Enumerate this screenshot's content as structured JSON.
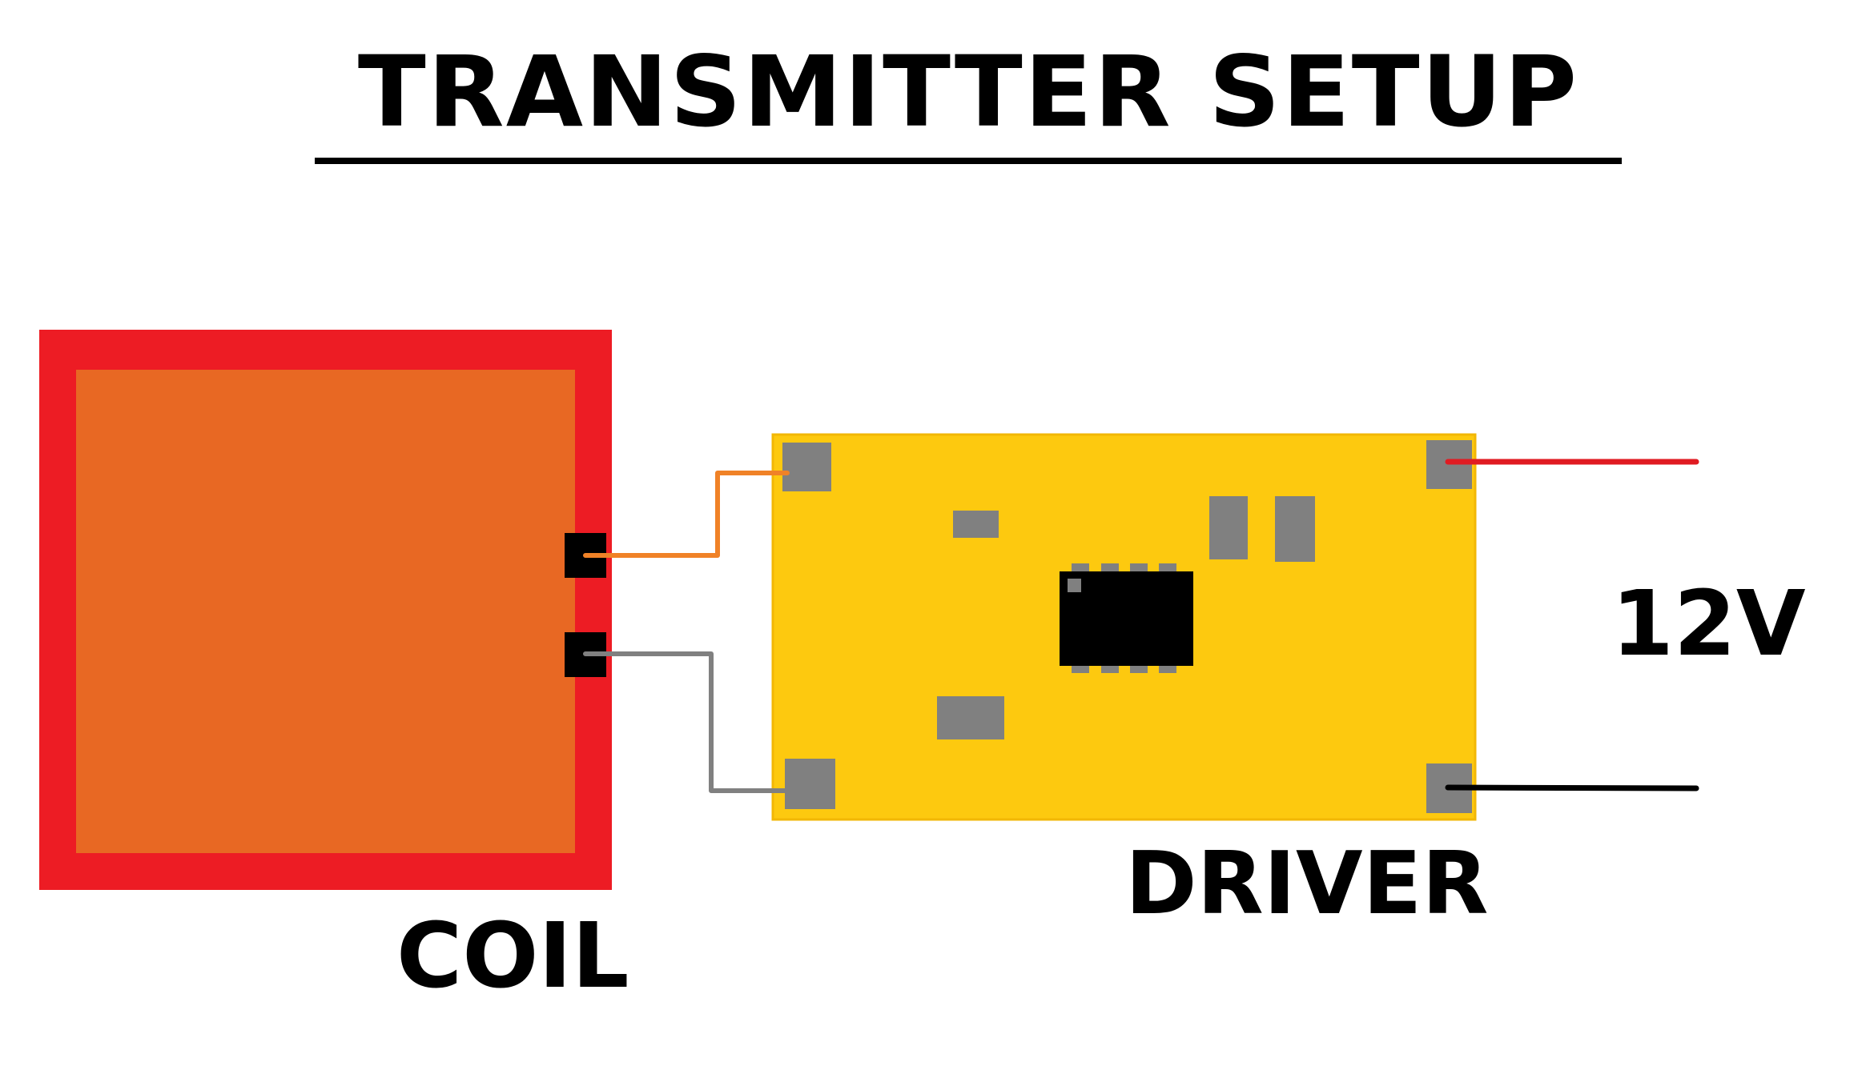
{
  "title": "TRANSMITTER SETUP",
  "labels": {
    "coil": "COIL",
    "driver": "DRIVER",
    "voltage": "12V"
  },
  "colors": {
    "coil_border": "#ED1C24",
    "coil_fill": "#E86823",
    "board": "#FDC90F",
    "board_edge": "#F2B705",
    "pad": "#808080",
    "chip": "#000000",
    "wire_orange": "#F08227",
    "wire_gray": "#808080",
    "wire_red": "#E01B22",
    "wire_black": "#000000"
  }
}
